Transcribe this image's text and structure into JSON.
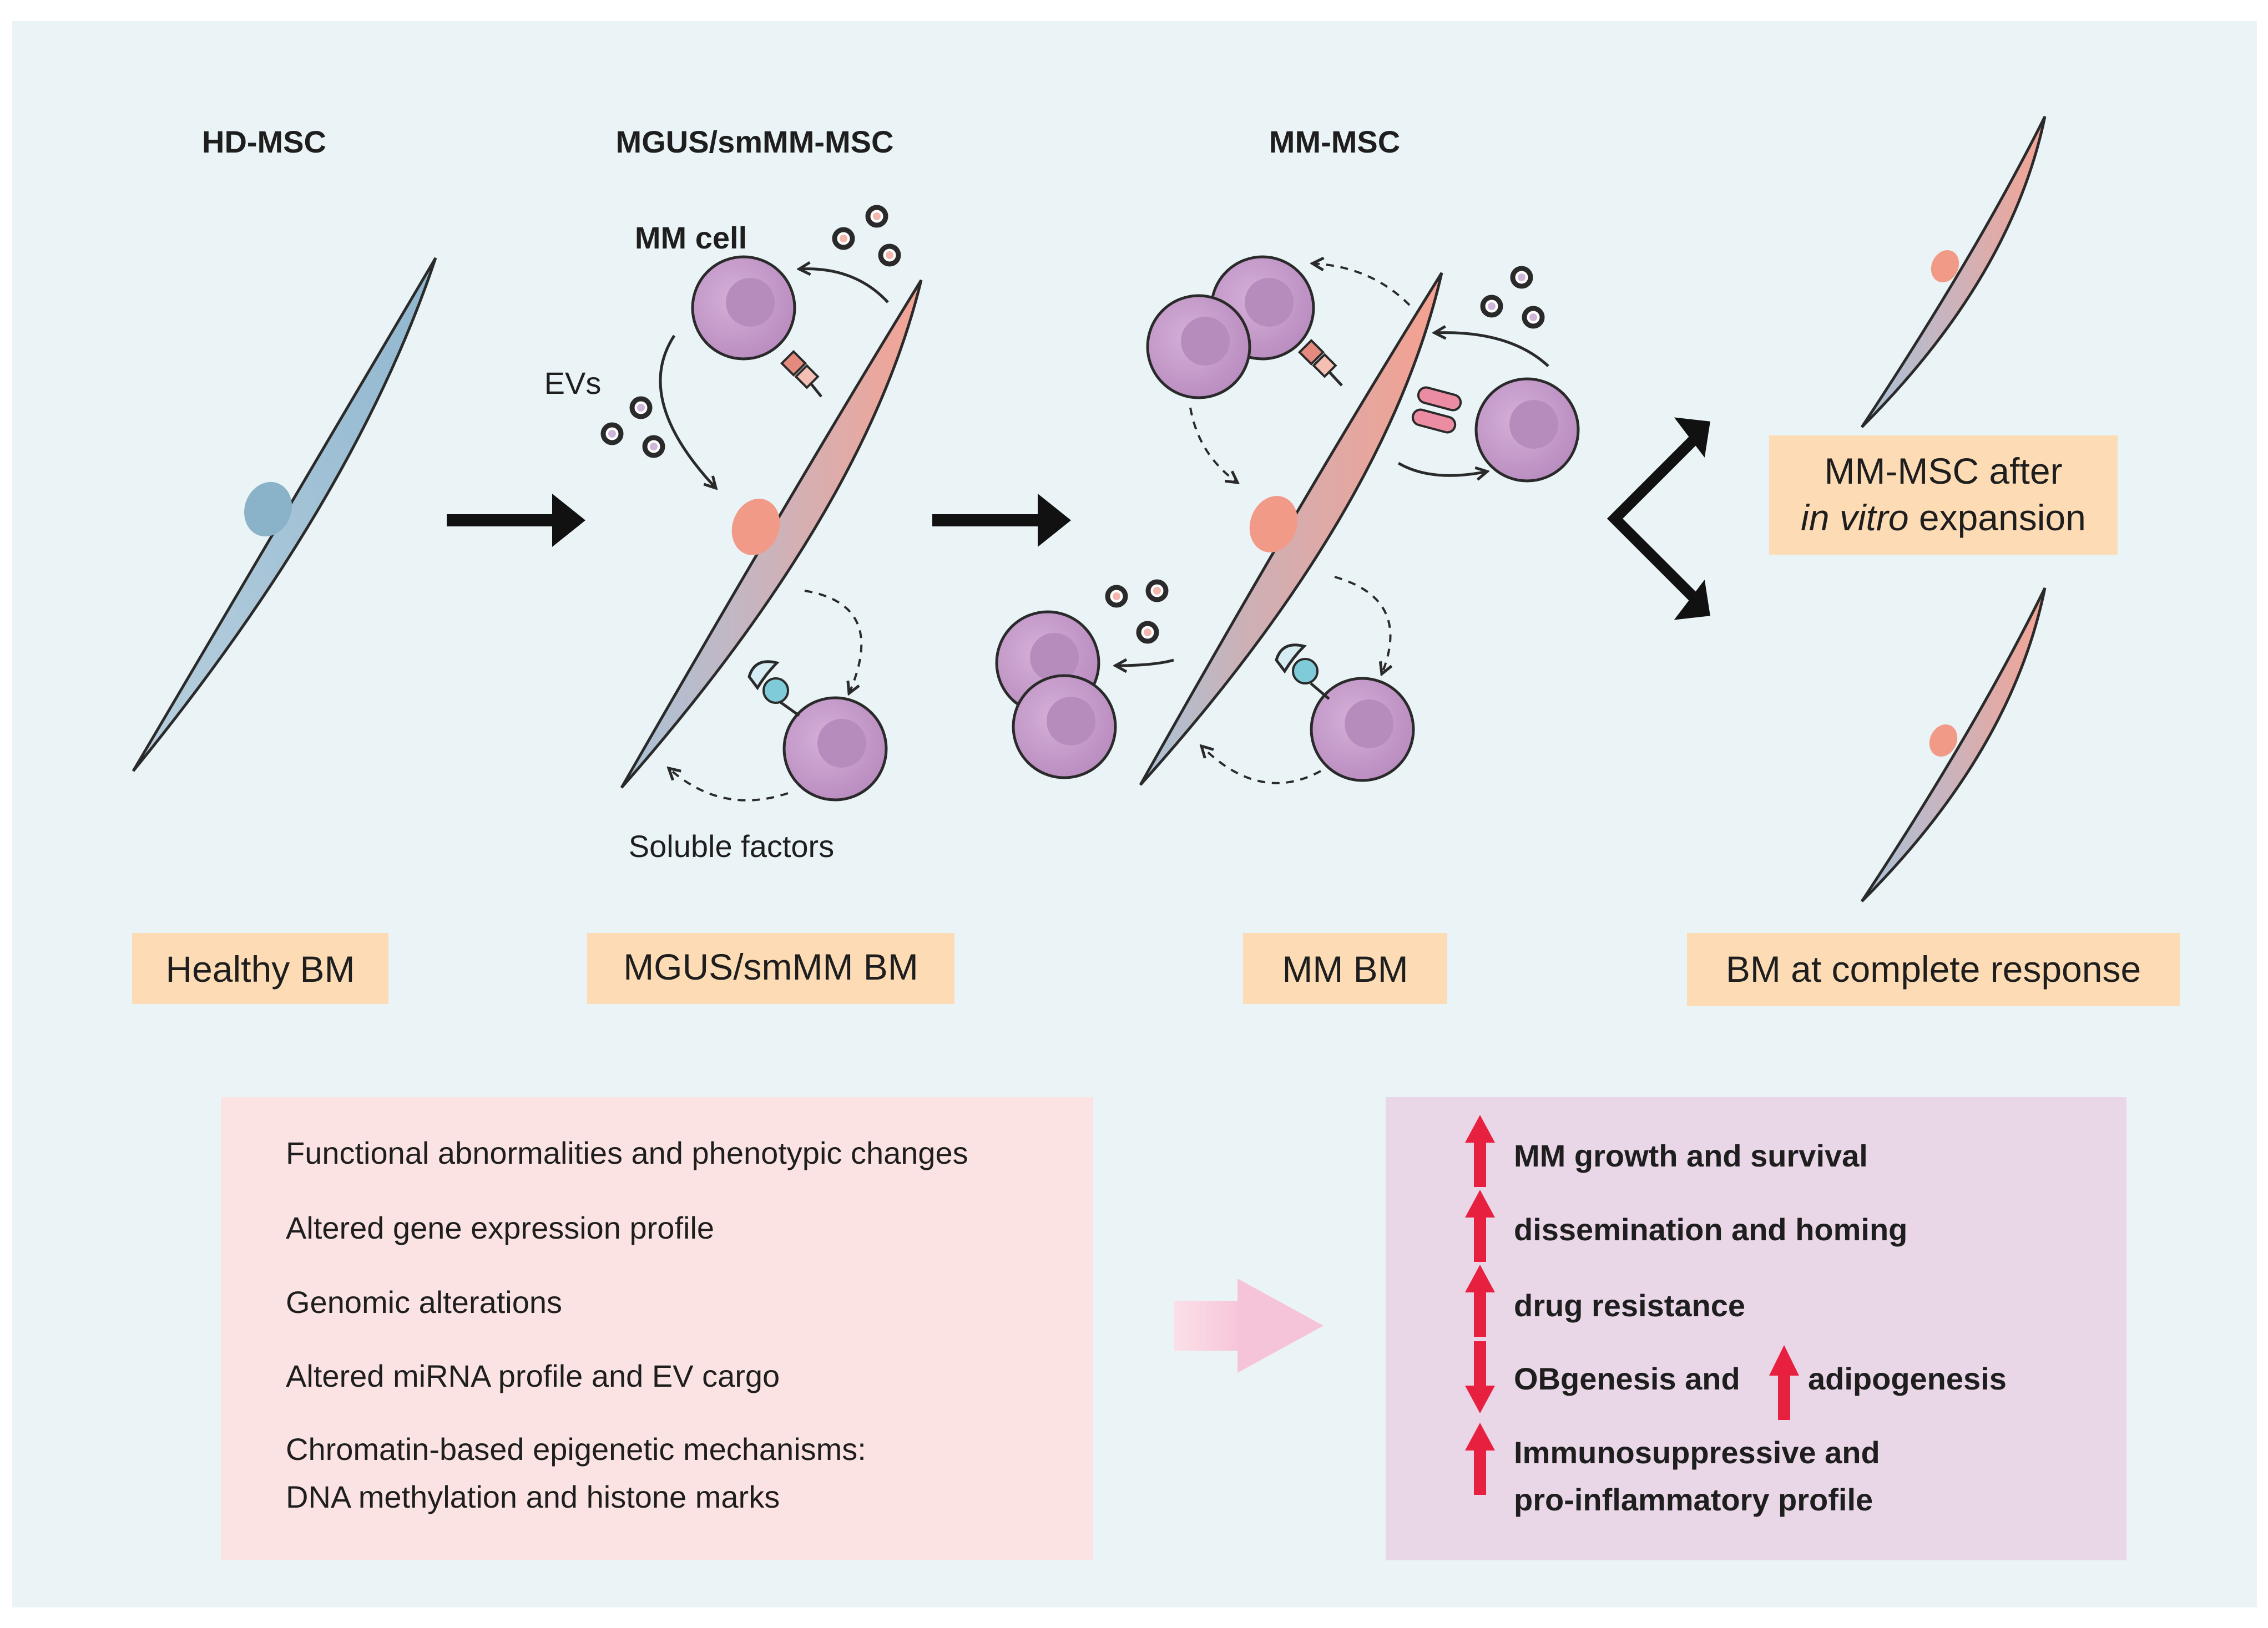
{
  "colors": {
    "panel_bg": "#eaf4f7",
    "label_box": "#fddcb5",
    "left_box": "#fbe3e3",
    "right_box": "#e9d6e7",
    "msc_blue": "#a9c6d9",
    "msc_red": "#f3a99a",
    "mm_cell": "#c9a0cd",
    "arrow_red": "#e8203f"
  },
  "stages": {
    "hd_msc": "HD-MSC",
    "mgus_msc": "MGUS/smMM-MSC",
    "mm_msc": "MM-MSC"
  },
  "annotations": {
    "mm_cell": "MM cell",
    "evs": "EVs",
    "soluble_factors": "Soluble factors"
  },
  "boxes": {
    "healthy_bm": "Healthy BM",
    "mgus_bm": "MGUS/smMM BM",
    "mm_bm": "MM BM",
    "complete_response": "BM at complete response",
    "expansion_line1": "MM-MSC after",
    "expansion_italic": "in vitro",
    "expansion_rest": " expansion"
  },
  "alterations": [
    "Functional abnormalities and phenotypic changes",
    "Altered gene expression profile",
    "Genomic alterations",
    "Altered miRNA profile and EV cargo",
    "Chromatin-based epigenetic mechanisms:",
    "DNA methylation and histone marks"
  ],
  "effects": {
    "growth": "MM growth and survival",
    "dissemination": "dissemination and homing",
    "drug_resistance": "drug resistance",
    "obgenesis": "OBgenesis and",
    "adipogenesis": "adipogenesis",
    "immuno_line1": "Immunosuppressive and",
    "immuno_line2": "pro-inflammatory profile"
  }
}
